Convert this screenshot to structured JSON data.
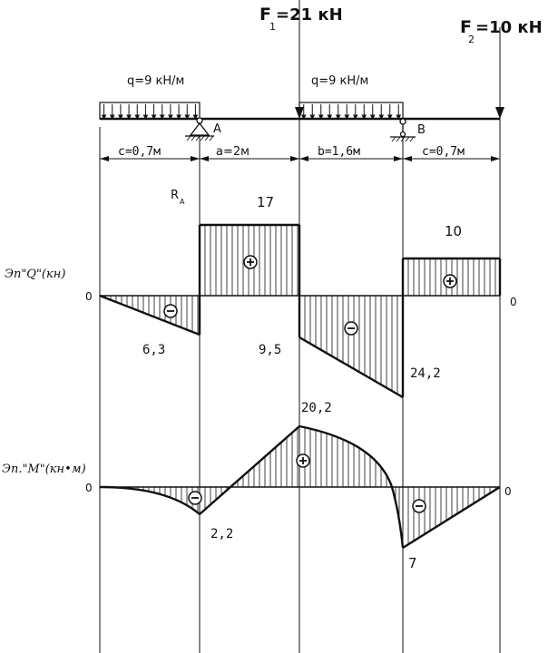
{
  "forces": {
    "f1": {
      "letter": "F",
      "sub": "1",
      "value": "=21 кН"
    },
    "f2": {
      "letter": "F",
      "sub": "2",
      "value": "=10 кН"
    }
  },
  "loads": {
    "q_left": "q=9 кН/м",
    "q_mid": "q=9 кН/м"
  },
  "supports": {
    "a": "A",
    "b": "B"
  },
  "reaction": {
    "letter": "R",
    "sub": "A"
  },
  "dimensions": {
    "c_left": "c=0,7м",
    "a": "a=2м",
    "b": "b=1,6м",
    "c_right": "c=0,7м"
  },
  "shear_diagram": {
    "label": "Эп\"Q\"(кн)",
    "zero_left": "0",
    "zero_right": "0",
    "values": {
      "v17": "17",
      "v10": "10",
      "v6_3": "6,3",
      "v9_5": "9,5",
      "v24_2": "24,2"
    }
  },
  "moment_diagram": {
    "label": "Эп.\"M\"(кн•м)",
    "zero_left": "0",
    "zero_right": "0",
    "values": {
      "v20_2": "20,2",
      "v2_2": "2,2",
      "v7": "7"
    }
  },
  "colors": {
    "ink": "#111111",
    "background": "#ffffff"
  }
}
